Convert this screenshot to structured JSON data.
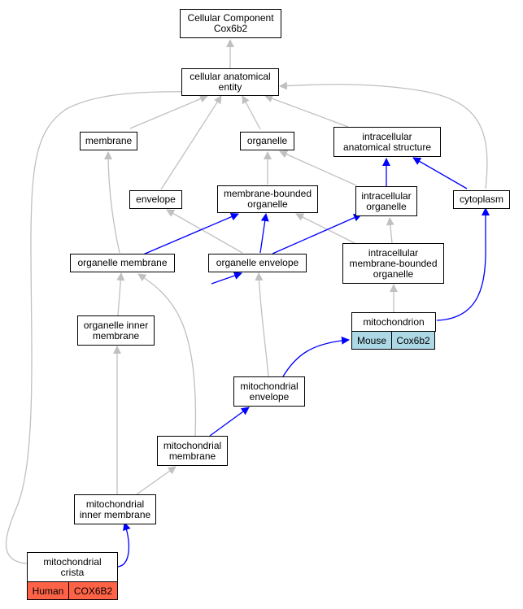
{
  "colors": {
    "gray_edge": "#c0c0c0",
    "blue_edge": "#0000ff",
    "mouse_tag": "#add8e6",
    "human_tag": "#ff6347"
  },
  "nodes": {
    "root": "Cellular Component\nCox6b2",
    "cae": "cellular anatomical\nentity",
    "membrane": "membrane",
    "organelle": "organelle",
    "ias": "intracellular\nanatomical structure",
    "envelope": "envelope",
    "mbo": "membrane-bounded\norganelle",
    "io": "intracellular\norganelle",
    "cytoplasm": "cytoplasm",
    "om": "organelle membrane",
    "oe": "organelle envelope",
    "imbo": "intracellular\nmembrane-bounded\norganelle",
    "mito": "mitochondrion",
    "oim": "organelle inner\nmembrane",
    "menv": "mitochondrial\nenvelope",
    "mmem": "mitochondrial\nmembrane",
    "mim": "mitochondrial\ninner membrane",
    "crista": "mitochondrial\ncrista"
  },
  "annotations": {
    "mouse": {
      "species": "Mouse",
      "gene": "Cox6b2"
    },
    "human": {
      "species": "Human",
      "gene": "COX6B2"
    }
  }
}
